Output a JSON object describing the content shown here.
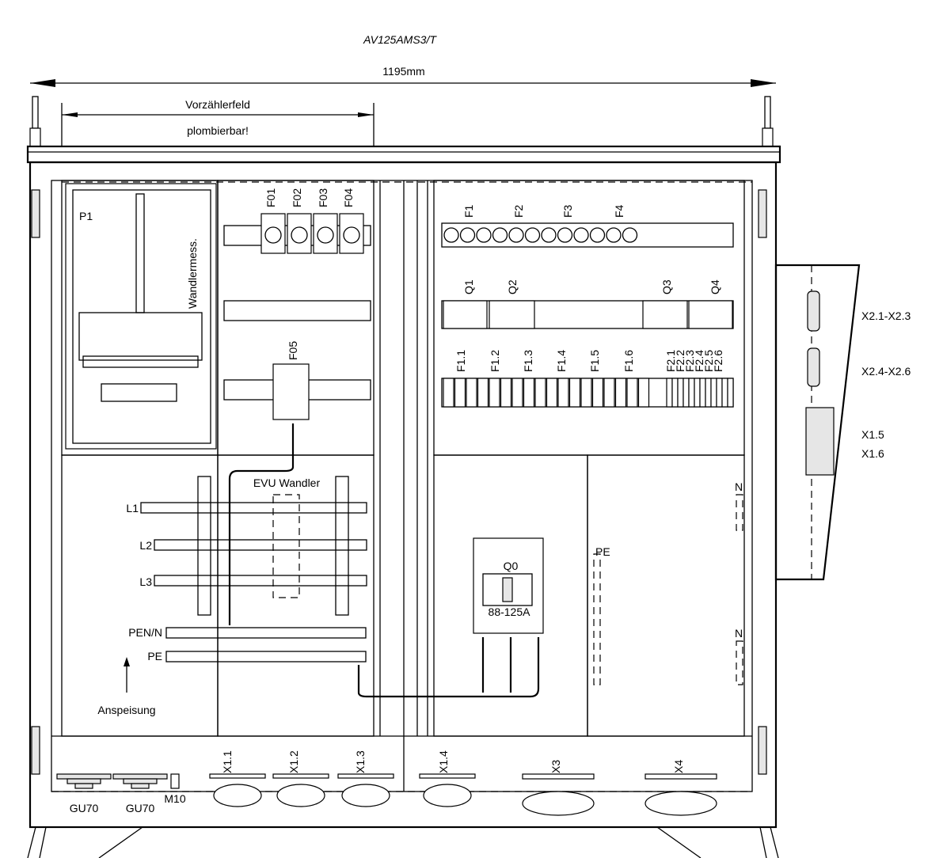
{
  "title": "AV125AMS3/T",
  "width_dimension": "1195mm",
  "pre_meter_field": {
    "label": "Vorzählerfeld",
    "note": "plombierbar!"
  },
  "meter": {
    "id": "P1",
    "label": "Wandlermess."
  },
  "fuses_top": [
    "F01",
    "F02",
    "F03",
    "F04"
  ],
  "surge_protector": "F05",
  "fuse_rail": [
    "F1",
    "F2",
    "F3",
    "F4"
  ],
  "switches": [
    "Q1",
    "Q2",
    "Q3",
    "Q4"
  ],
  "breakers_f1": [
    "F1.1",
    "F1.2",
    "F1.3",
    "F1.4",
    "F1.5",
    "F1.6"
  ],
  "breakers_f2": [
    "F2.1",
    "F2.2",
    "F2.3",
    "F2.4",
    "F2.5",
    "F2.6"
  ],
  "busbars": {
    "evu": "EVU Wandler",
    "phases": [
      "L1",
      "L2",
      "L3"
    ],
    "pen": "PEN/N",
    "pe": "PE",
    "feed": "Anspeisung"
  },
  "main_breaker": {
    "id": "Q0",
    "rating": "88-125A"
  },
  "right_rails": {
    "pe": "PE",
    "n_top": "N",
    "n_bottom": "N"
  },
  "side_sockets": [
    "X2.1-X2.3",
    "X2.4-X2.6",
    "X1.5",
    "X1.6"
  ],
  "bottom_sockets": [
    "X1.1",
    "X1.2",
    "X1.3",
    "X1.4",
    "X3",
    "X4"
  ],
  "glands": [
    "GU70",
    "GU70",
    "M10"
  ]
}
